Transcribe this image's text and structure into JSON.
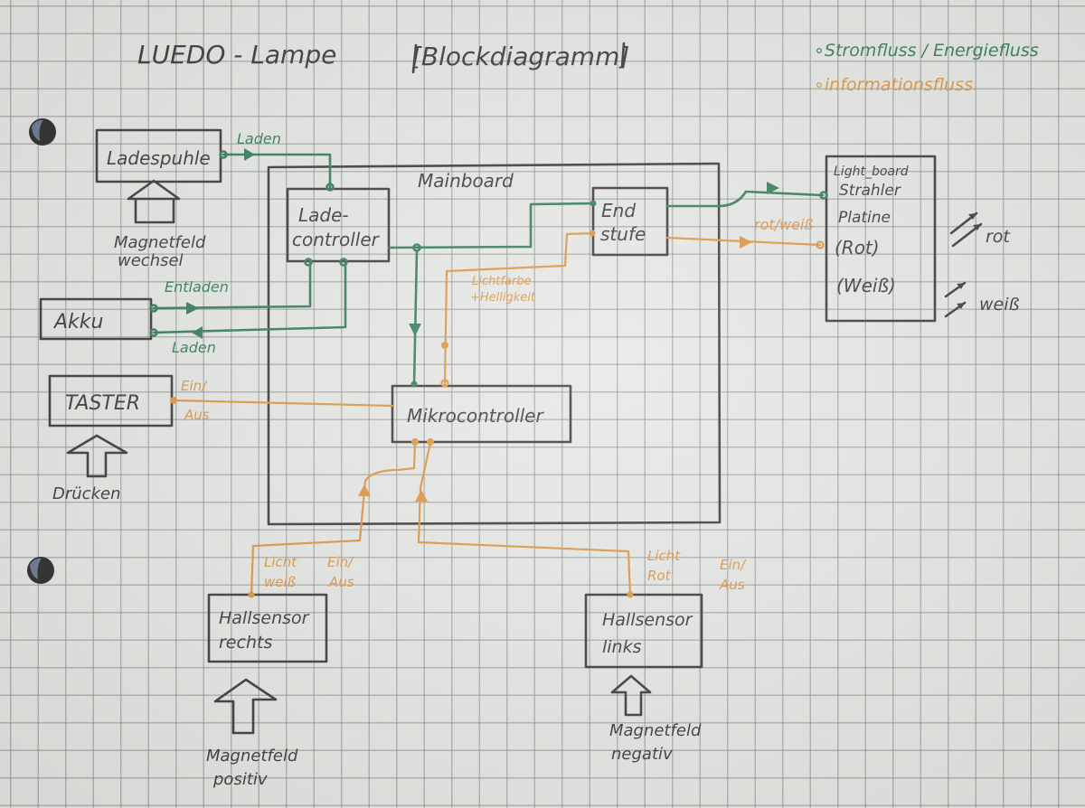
{
  "title": "LUEDO - Lampe",
  "subtitle": "[Blockdiagramm]",
  "legend": {
    "power": "∘Stromfluss / Energiefluss",
    "info": "∘informationsfluss"
  },
  "colors": {
    "ink": "#2a2426",
    "power_flow": "#1f6e47",
    "info_flow": "#d98a2e"
  },
  "blocks": {
    "ladespule": "Ladespuhle",
    "mainboard": "Mainboard",
    "ladecontroller_1": "Lade-",
    "ladecontroller_2": "controller",
    "endstufe_1": "End",
    "endstufe_2": "stufe",
    "akku": "Akku",
    "taster": "TASTER",
    "mikrocontroller": "Mikrocontroller",
    "lightboard_1": "Light_board",
    "lightboard_2": "Strahler",
    "lightboard_3": "Platine",
    "lightboard_4": "(Rot)",
    "lightboard_5": "(Weiß)",
    "hall_rechts_1": "Hallsensor",
    "hall_rechts_2": "rechts",
    "hall_links_1": "Hallsensor",
    "hall_links_2": "links"
  },
  "inputs": {
    "ladespule_1": "Magnetfeld",
    "ladespule_2": "wechsel",
    "taster": "Drücken",
    "hall_rechts_1": "Magnetfeld",
    "hall_rechts_2": "positiv",
    "hall_links_1": "Magnetfeld",
    "hall_links_2": "negativ"
  },
  "edge_labels": {
    "laden_top": "Laden",
    "entladen": "Entladen",
    "laden_akku": "Laden",
    "taster_ein": "Ein/",
    "taster_aus": "Aus",
    "lichtfarbe_1": "Lichtfarbe",
    "lichtfarbe_2": "+Helligkeit",
    "rot_weiss": "rot/weiß",
    "hr_licht_1": "Licht",
    "hr_licht_2": "weiß",
    "hr_ein": "Ein/",
    "hr_aus": "Aus",
    "hl_licht_1": "Licht",
    "hl_licht_2": "Rot",
    "hl_ein": "Ein/",
    "hl_aus": "Aus"
  },
  "outputs": {
    "rot": "rot",
    "weiss": "weiß"
  }
}
